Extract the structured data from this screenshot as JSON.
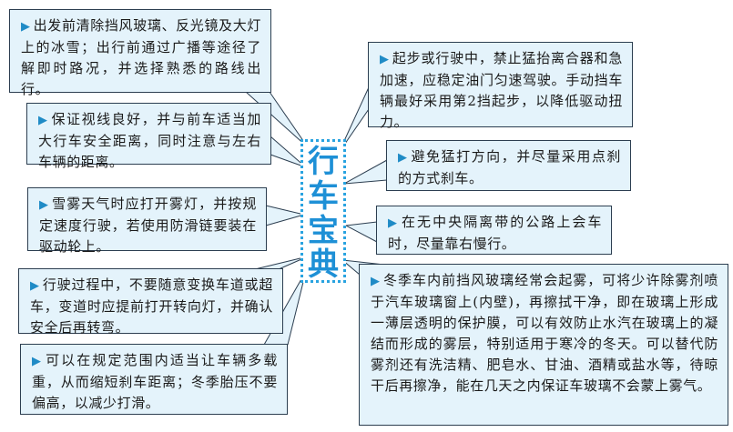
{
  "title": [
    "行",
    "车",
    "宝",
    "典"
  ],
  "colors": {
    "bubble_fill": "#e4f3fb",
    "bubble_border": "#2c3e50",
    "arrow": "#1f8bc6",
    "title": "#1e90d6",
    "title_border": "#29a3e0"
  },
  "arrow_glyph": "▶",
  "tips": [
    "出发前清除挡风玻璃、反光镜及大灯上的冰雪；出行前通过广播等途径了解即时路况，并选择熟悉的路线出行。",
    "起步或行驶中，禁止猛抬离合器和急加速，应稳定油门匀速驾驶。手动挡车辆最好采用第2挡起步，以降低驱动扭力。",
    "保证视线良好，并与前车适当加大行车安全距离，同时注意与左右车辆的距离。",
    "避免猛打方向，并尽量采用点刹的方式刹车。",
    "雪雾天气时应打开雾灯，并按规定速度行驶，若使用防滑链要装在驱动轮上。",
    "在无中央隔离带的公路上会车时，尽量靠右慢行。",
    "行驶过程中，不要随意变换车道或超车，变道时应提前打开转向灯，并确认安全后再转弯。",
    "冬季车内前挡风玻璃经常会起雾，可将少许除雾剂喷于汽车玻璃窗上(内壁)，再擦拭干净，即在玻璃上形成一薄层透明的保护膜，可以有效防止水汽在玻璃上的凝结而形成的雾层，特别适用于寒冷的冬天。可以替代防雾剂还有洗洁精、肥皂水、甘油、酒精或盐水等，待晾干后再擦净，能在几天之内保证车玻璃不会蒙上雾气。",
    "可以在规定范围内适当让车辆多载重，从而缩短刹车距离；冬季胎压不要偏高，以减少打滑。"
  ]
}
